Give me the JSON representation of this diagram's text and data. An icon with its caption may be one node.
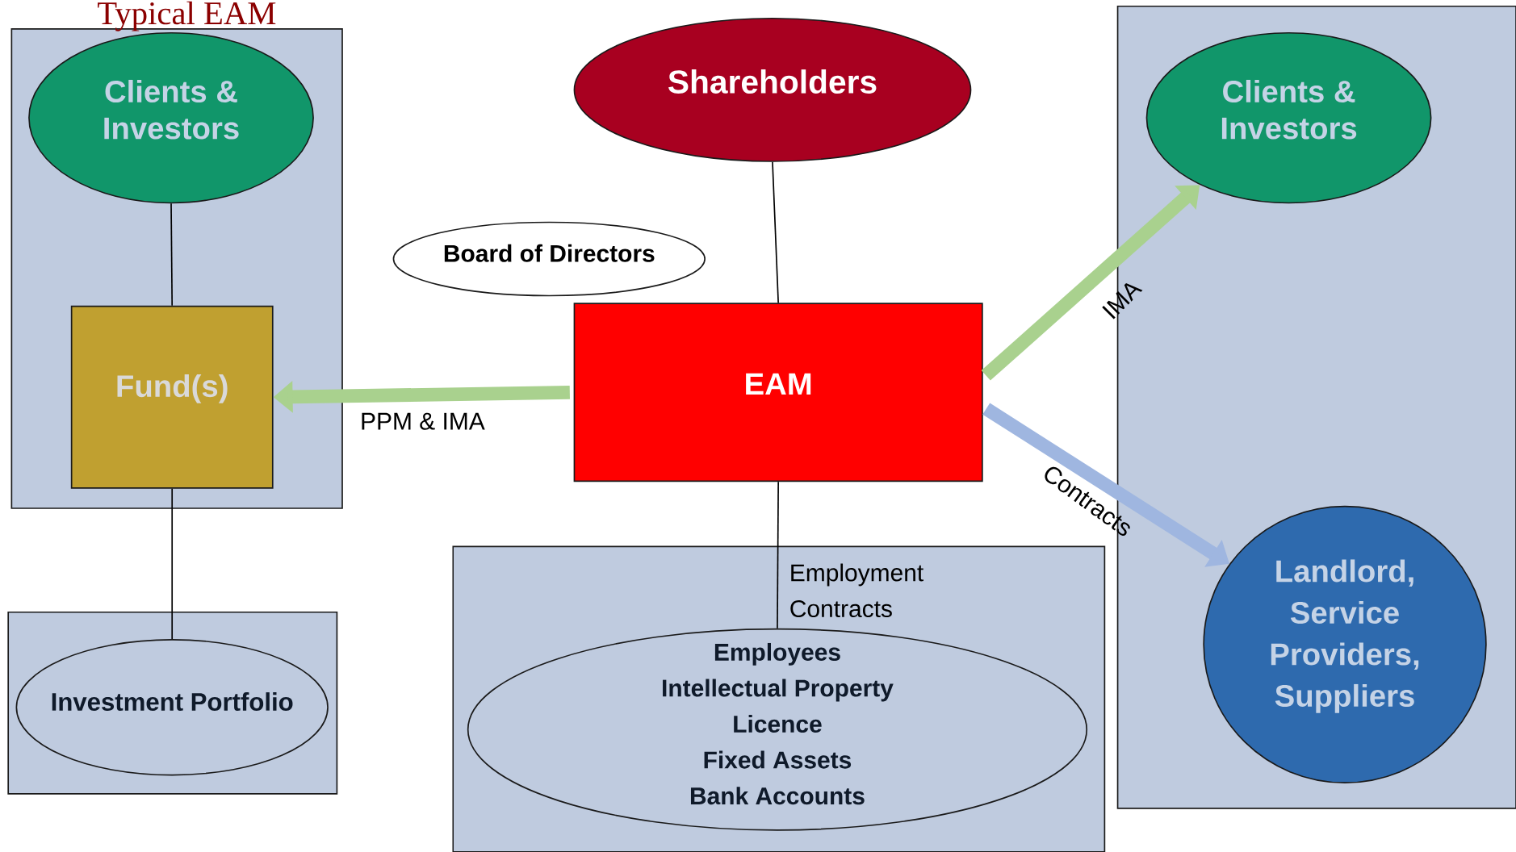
{
  "diagram": {
    "title": "Typical EAM",
    "nodes": [
      {
        "text": [],
        "shape": "box"
      },
      {
        "text": [
          "Clients & Investors"
        ],
        "in": 0
      },
      {
        "text": [
          "Fund(s)"
        ],
        "in": 0
      },
      {
        "text": [],
        "shape": "box"
      },
      {
        "text": [
          "Investment Portfolio"
        ],
        "in": 3
      },
      {
        "text": [
          "Shareholders"
        ]
      },
      {
        "text": [
          "Board of Directors"
        ]
      },
      {
        "text": [
          "EAM"
        ]
      },
      {
        "text": [],
        "shape": "box"
      },
      {
        "text": [
          "Employees",
          "Intellectual Property",
          "Licence",
          "Fixed Assets",
          "Bank Accounts"
        ],
        "in": 8
      },
      {
        "text": [],
        "shape": "box"
      },
      {
        "text": [
          "Clients & Investors"
        ],
        "in": 10
      },
      {
        "text": [
          "Landlord, Service Providers, Suppliers"
        ],
        "in": 10
      }
    ],
    "edges": [
      {
        "from": 1,
        "to": 2,
        "arrow": "none"
      },
      {
        "from": 2,
        "to": 4,
        "arrow": "none"
      },
      {
        "from": 5,
        "to": 7,
        "arrow": "none"
      },
      {
        "from": 7,
        "to": 2,
        "arrow": "to",
        "label": "PPM & IMA",
        "style": "thick",
        "color": "#a9d18e"
      },
      {
        "from": 7,
        "to": 11,
        "arrow": "to",
        "label": "IMA",
        "style": "thick",
        "color": "#a9d18e"
      },
      {
        "from": 7,
        "to": 12,
        "arrow": "to",
        "label": "Contracts",
        "style": "thick",
        "color": "#9fb6e0"
      },
      {
        "from": 7,
        "to": 9,
        "arrow": "none",
        "label": "Employment Contracts"
      }
    ]
  }
}
